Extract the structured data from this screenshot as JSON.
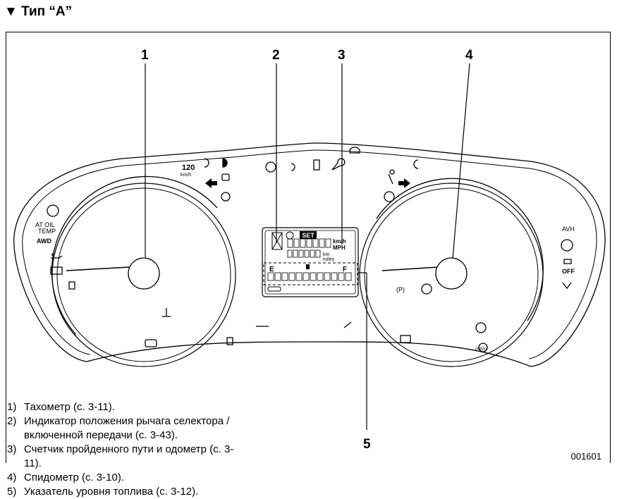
{
  "heading": "▼ Тип “A”",
  "callouts": {
    "c1": "1",
    "c2": "2",
    "c3": "3",
    "c4": "4",
    "c5": "5"
  },
  "figure_code": "001601",
  "display": {
    "set_label": "SET",
    "unit_kmh": "km/h",
    "unit_mph": "MPH",
    "unit_km": "km",
    "unit_miles": "miles",
    "fuel_empty": "E",
    "fuel_full": "F",
    "speed_icon_value": "120",
    "speed_icon_unit": "km/h"
  },
  "indicator_labels": {
    "at_oil_temp_1": "AT OIL",
    "at_oil_temp_2": "TEMP",
    "awd": "AWD",
    "avh": "AVH",
    "off": "OFF",
    "p": "(P)",
    "abs": "(ABS)"
  },
  "legend": [
    {
      "num": "1)",
      "text": "Тахометр (с. 3-11)."
    },
    {
      "num": "2)",
      "text": "Индикатор положения рычага селектора / включенной передачи (с. 3-43)."
    },
    {
      "num": "3)",
      "text": "Счетчик пройденного пути и одометр (с. 3-11)."
    },
    {
      "num": "4)",
      "text": "Спидометр (с. 3-10)."
    },
    {
      "num": "5)",
      "text": "Указатель уровня топлива (с. 3-12)."
    }
  ]
}
